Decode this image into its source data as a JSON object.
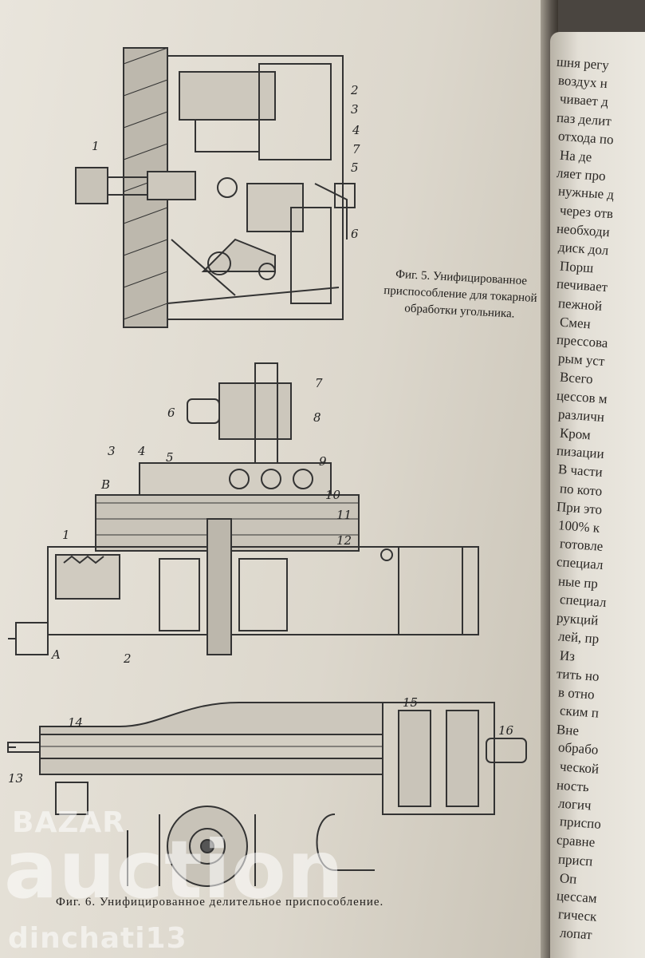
{
  "right_page_lines": [
    "шня регу",
    "воздух н",
    "чивает д",
    "паз делит",
    "отхода по",
    "На де",
    "ляет про",
    "нужные д",
    "через отв",
    "необходи",
    "диск дол",
    "Порш",
    "печивает",
    "пежной",
    "Смен",
    "прессова",
    "рым уст",
    "Всего",
    "цессов м",
    "различн",
    "Кром",
    "пизации",
    "В части",
    "по кото",
    "При это",
    "100% к",
    "готовле",
    "специал",
    "ные пр",
    "специал",
    "рукций",
    "лей, пр",
    "Из",
    "тить но",
    "в отно",
    "ским п",
    "Вне",
    "обрабо",
    "ческой",
    "ность",
    "логич",
    "приспо",
    "сравне",
    "присп",
    "Оп",
    "цессам",
    "гическ",
    "лопат"
  ],
  "fig5": {
    "caption": "Фиг. 5. Унифицирован­ное приспособление для токарной обработки угольника.",
    "labels": [
      "1",
      "2",
      "3",
      "4",
      "7",
      "5",
      "6"
    ]
  },
  "fig6": {
    "caption": "Фиг. 6. Унифицированное делительное приспособление.",
    "labels": [
      "7",
      "6",
      "8",
      "3",
      "4",
      "5",
      "9",
      "В",
      "10",
      "1",
      "11",
      "12",
      "A",
      "2",
      "14",
      "15",
      "16",
      "13"
    ]
  },
  "watermark": {
    "top": "BAZAR",
    "main": "auction",
    "user": "dinchati13"
  },
  "colors": {
    "paper": "#e6e2d8",
    "ink": "#2a2724",
    "gutter": "#3a352f"
  }
}
